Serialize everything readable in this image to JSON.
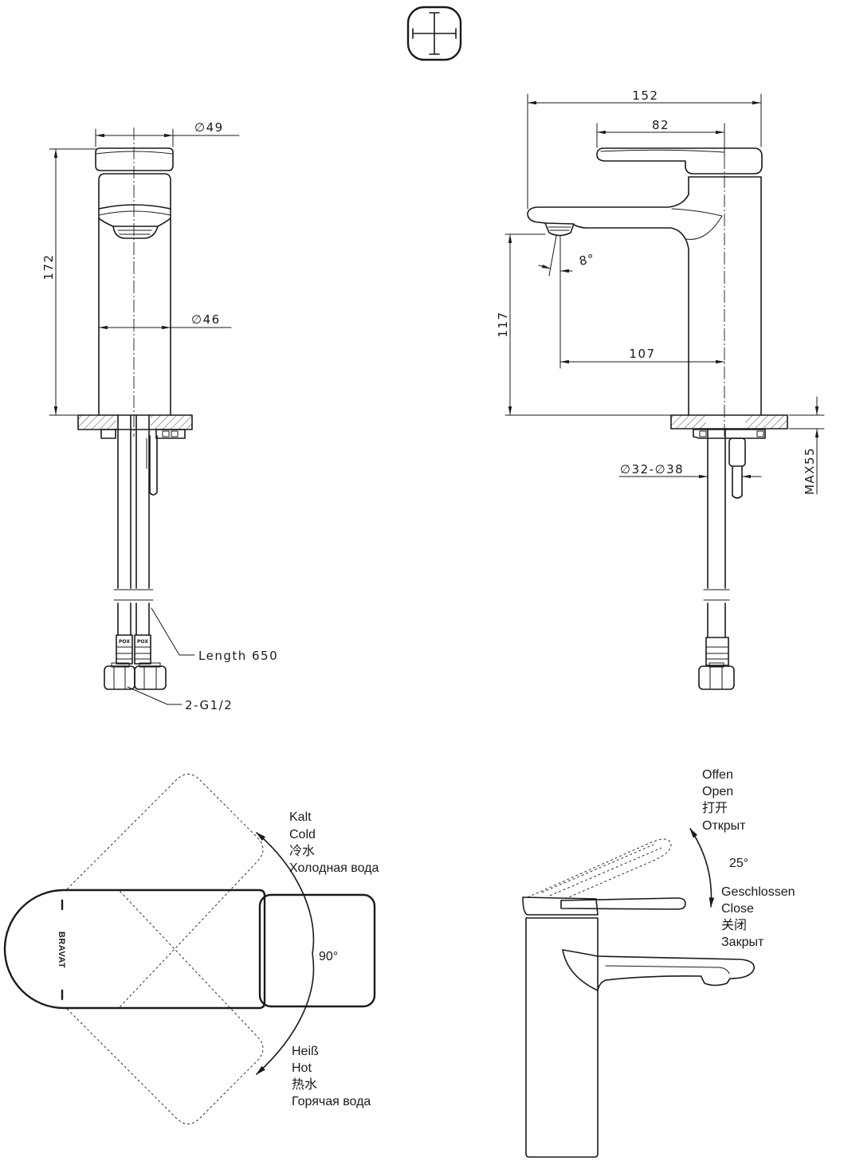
{
  "colors": {
    "ink": "#1a1a1a",
    "paper": "#ffffff"
  },
  "icons": {
    "header_symbol": "cross-symbol-icon"
  },
  "front_view": {
    "diameter_top": "∅49",
    "height": "172",
    "diameter_body": "∅46",
    "hose_label_left": "POX",
    "hose_label_right": "POX",
    "hose_length": "Length 650",
    "connection": "2-G1/2"
  },
  "side_view": {
    "total_length": "152",
    "lever_length": "82",
    "spout_angle": "8°",
    "spout_height": "117",
    "spout_reach": "107",
    "hole_diameter": "∅32-∅38",
    "max_thickness": "MAX55"
  },
  "rotation_view": {
    "brand": "BRAVAT",
    "cold": [
      "Kalt",
      "Cold",
      "冷水",
      "Холодная вода"
    ],
    "angle": "90°",
    "hot": [
      "Heiß",
      "Hot",
      "热水",
      "Горячая вода"
    ]
  },
  "lift_view": {
    "open": [
      "Offen",
      "Open",
      "打开",
      "Открыт"
    ],
    "angle": "25°",
    "close": [
      "Geschlossen",
      "Close",
      "关闭",
      "Закрыт"
    ]
  }
}
